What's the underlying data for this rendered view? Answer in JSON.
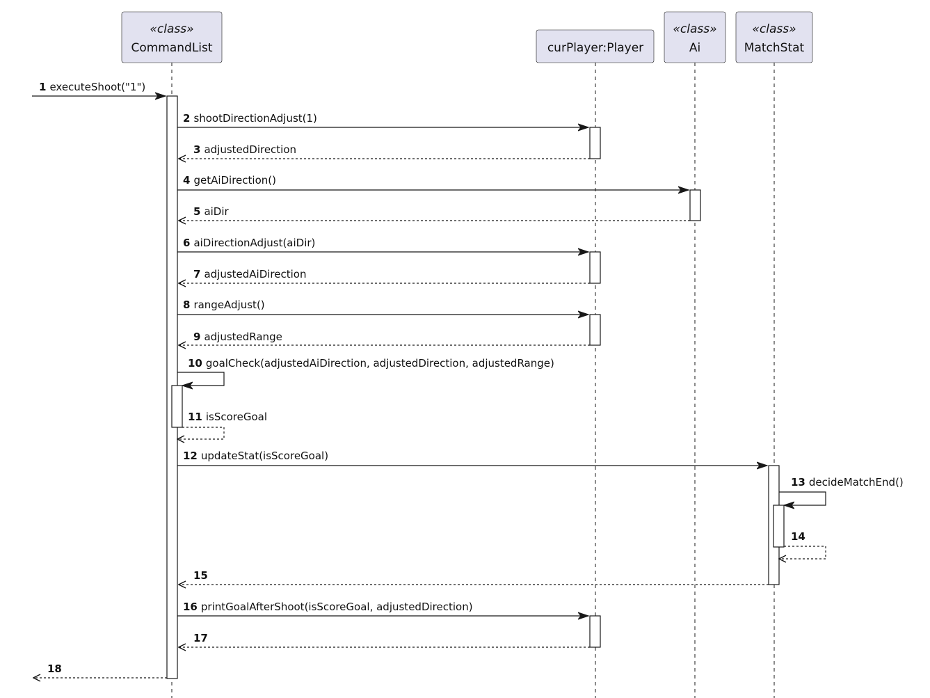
{
  "colors": {
    "participant_fill": "#e2e2f0",
    "participant_border": "#181818",
    "line": "#181818",
    "activation_fill": "#ffffff",
    "background": "#ffffff"
  },
  "participants": [
    {
      "id": "cmd",
      "stereotype": "«class»",
      "name": "CommandList"
    },
    {
      "id": "player",
      "stereotype": "",
      "name": "curPlayer:Player"
    },
    {
      "id": "ai",
      "stereotype": "«class»",
      "name": "Ai"
    },
    {
      "id": "stat",
      "stereotype": "«class»",
      "name": "MatchStat"
    }
  ],
  "messages": [
    {
      "num": "1",
      "text": "executeShoot(\"1\")",
      "from": "external",
      "to": "cmd",
      "kind": "call"
    },
    {
      "num": "2",
      "text": "shootDirectionAdjust(1)",
      "from": "cmd",
      "to": "player",
      "kind": "call"
    },
    {
      "num": "3",
      "text": "adjustedDirection",
      "from": "player",
      "to": "cmd",
      "kind": "return"
    },
    {
      "num": "4",
      "text": "getAiDirection()",
      "from": "cmd",
      "to": "ai",
      "kind": "call"
    },
    {
      "num": "5",
      "text": "aiDir",
      "from": "ai",
      "to": "cmd",
      "kind": "return"
    },
    {
      "num": "6",
      "text": "aiDirectionAdjust(aiDir)",
      "from": "cmd",
      "to": "player",
      "kind": "call"
    },
    {
      "num": "7",
      "text": "adjustedAiDirection",
      "from": "player",
      "to": "cmd",
      "kind": "return"
    },
    {
      "num": "8",
      "text": "rangeAdjust()",
      "from": "cmd",
      "to": "player",
      "kind": "call"
    },
    {
      "num": "9",
      "text": "adjustedRange",
      "from": "player",
      "to": "cmd",
      "kind": "return"
    },
    {
      "num": "10",
      "text": "goalCheck(adjustedAiDirection, adjustedDirection, adjustedRange)",
      "from": "cmd",
      "to": "cmd",
      "kind": "self-call"
    },
    {
      "num": "11",
      "text": "isScoreGoal",
      "from": "cmd",
      "to": "cmd",
      "kind": "self-return"
    },
    {
      "num": "12",
      "text": "updateStat(isScoreGoal)",
      "from": "cmd",
      "to": "stat",
      "kind": "call"
    },
    {
      "num": "13",
      "text": "decideMatchEnd()",
      "from": "stat",
      "to": "stat",
      "kind": "self-call"
    },
    {
      "num": "14",
      "text": "",
      "from": "stat",
      "to": "stat",
      "kind": "self-return"
    },
    {
      "num": "15",
      "text": "",
      "from": "stat",
      "to": "cmd",
      "kind": "return"
    },
    {
      "num": "16",
      "text": "printGoalAfterShoot(isScoreGoal, adjustedDirection)",
      "from": "cmd",
      "to": "player",
      "kind": "call"
    },
    {
      "num": "17",
      "text": "",
      "from": "player",
      "to": "cmd",
      "kind": "return"
    },
    {
      "num": "18",
      "text": "",
      "from": "cmd",
      "to": "external",
      "kind": "return"
    }
  ]
}
